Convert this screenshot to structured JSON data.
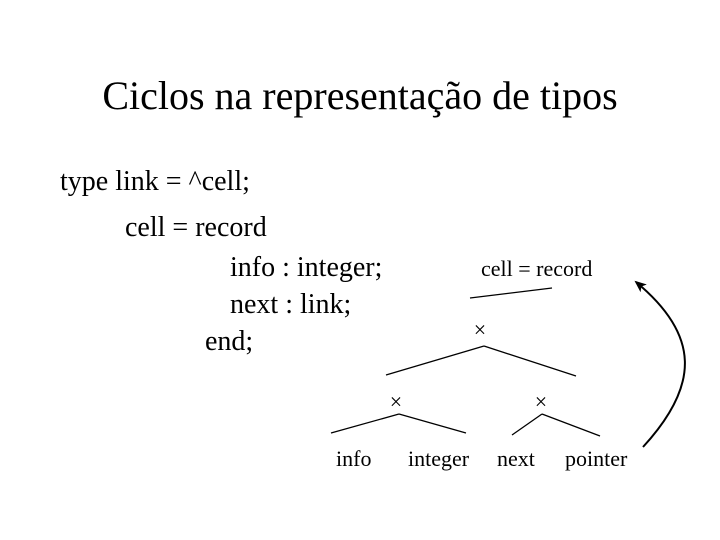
{
  "slide": {
    "title": "Ciclos na representação de tipos",
    "code": {
      "line1": "type link = ^cell;",
      "line2": "cell = record",
      "line3": "info : integer;",
      "line4": "next : link;",
      "line5": "end;"
    }
  },
  "tree": {
    "root_label": "cell = record",
    "node_marker": "×",
    "leaves": {
      "info": "info",
      "integer": "integer",
      "next": "next",
      "pointer": "pointer"
    }
  }
}
